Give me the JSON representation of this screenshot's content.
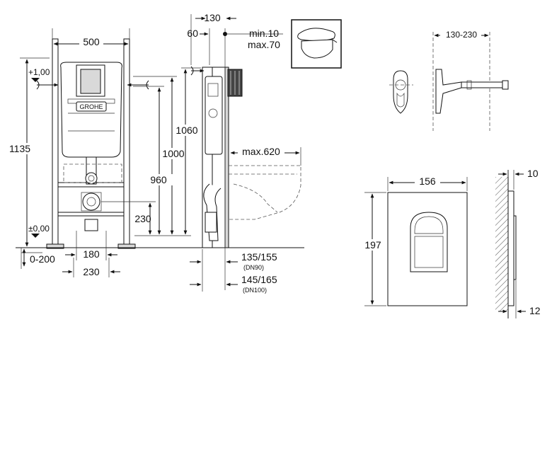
{
  "brand": {
    "logo_text": "GROHE"
  },
  "front_view": {
    "frame_width": "500",
    "total_height": "1135",
    "level_top": "+1,00",
    "level_bottom": "±0,00",
    "height_1000": "1000",
    "height_960": "960",
    "outlet_height": "230",
    "floor_offset": "0-200",
    "foot_spacing": "180",
    "foot_width": "230"
  },
  "side_view": {
    "depth_130": "130",
    "offset_60": "60",
    "wall_min": "min.10",
    "wall_max": "max.70",
    "height_1060": "1060",
    "bowl_projection": "max.620",
    "pipe_dn90": "135/155",
    "pipe_dn90_label": "(DN90)",
    "pipe_dn100": "145/165",
    "pipe_dn100_label": "(DN100)"
  },
  "flush_detail": {
    "range": "130-230"
  },
  "plate": {
    "width": "156",
    "height": "197",
    "thickness_top": "10",
    "thickness_bottom": "12"
  }
}
